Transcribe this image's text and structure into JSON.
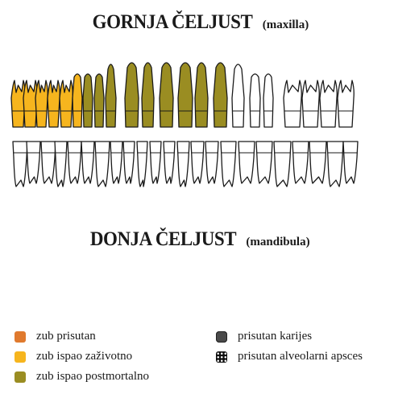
{
  "titles": {
    "upper_main": "GORNJA ČELJUST",
    "upper_sub": "(maxilla)",
    "lower_main": "DONJA ČELJUST",
    "lower_sub": "(mandibula)"
  },
  "colors": {
    "zub_prisutan": "#e07a2e",
    "ispao_zazivotno": "#f6b51e",
    "ispao_postmortalno": "#9a8d22",
    "outline": "#1a1a1a",
    "white": "#ffffff"
  },
  "legend": [
    {
      "key": "present",
      "label": "zub prisutan",
      "color": "#e07a2e"
    },
    {
      "key": "antemortem",
      "label": "zub ispao zaživotno",
      "color": "#f6b51e"
    },
    {
      "key": "postmortem",
      "label": "zub ispao postmortalno",
      "color": "#9a8d22"
    },
    {
      "key": "caries",
      "label": "prisutan karijes",
      "color": "#4a4a4a"
    },
    {
      "key": "abscess",
      "label": "prisutan alveolarni apsces",
      "color": "#111111"
    }
  ],
  "chart_data": {
    "type": "dental_chart",
    "upper": [
      "antemortem",
      "antemortem",
      "antemortem",
      "antemortem",
      "antemortem",
      "antemortem",
      "postmortem",
      "postmortem",
      "postmortem",
      "postmortem",
      "postmortem",
      "postmortem",
      "postmortem",
      "postmortem",
      "postmortem",
      "empty",
      "empty",
      "empty"
    ],
    "lower": [
      "empty",
      "empty",
      "empty",
      "empty",
      "empty",
      "empty",
      "empty",
      "empty",
      "empty",
      "empty",
      "empty",
      "empty",
      "empty",
      "empty",
      "empty",
      "empty",
      "empty"
    ]
  }
}
